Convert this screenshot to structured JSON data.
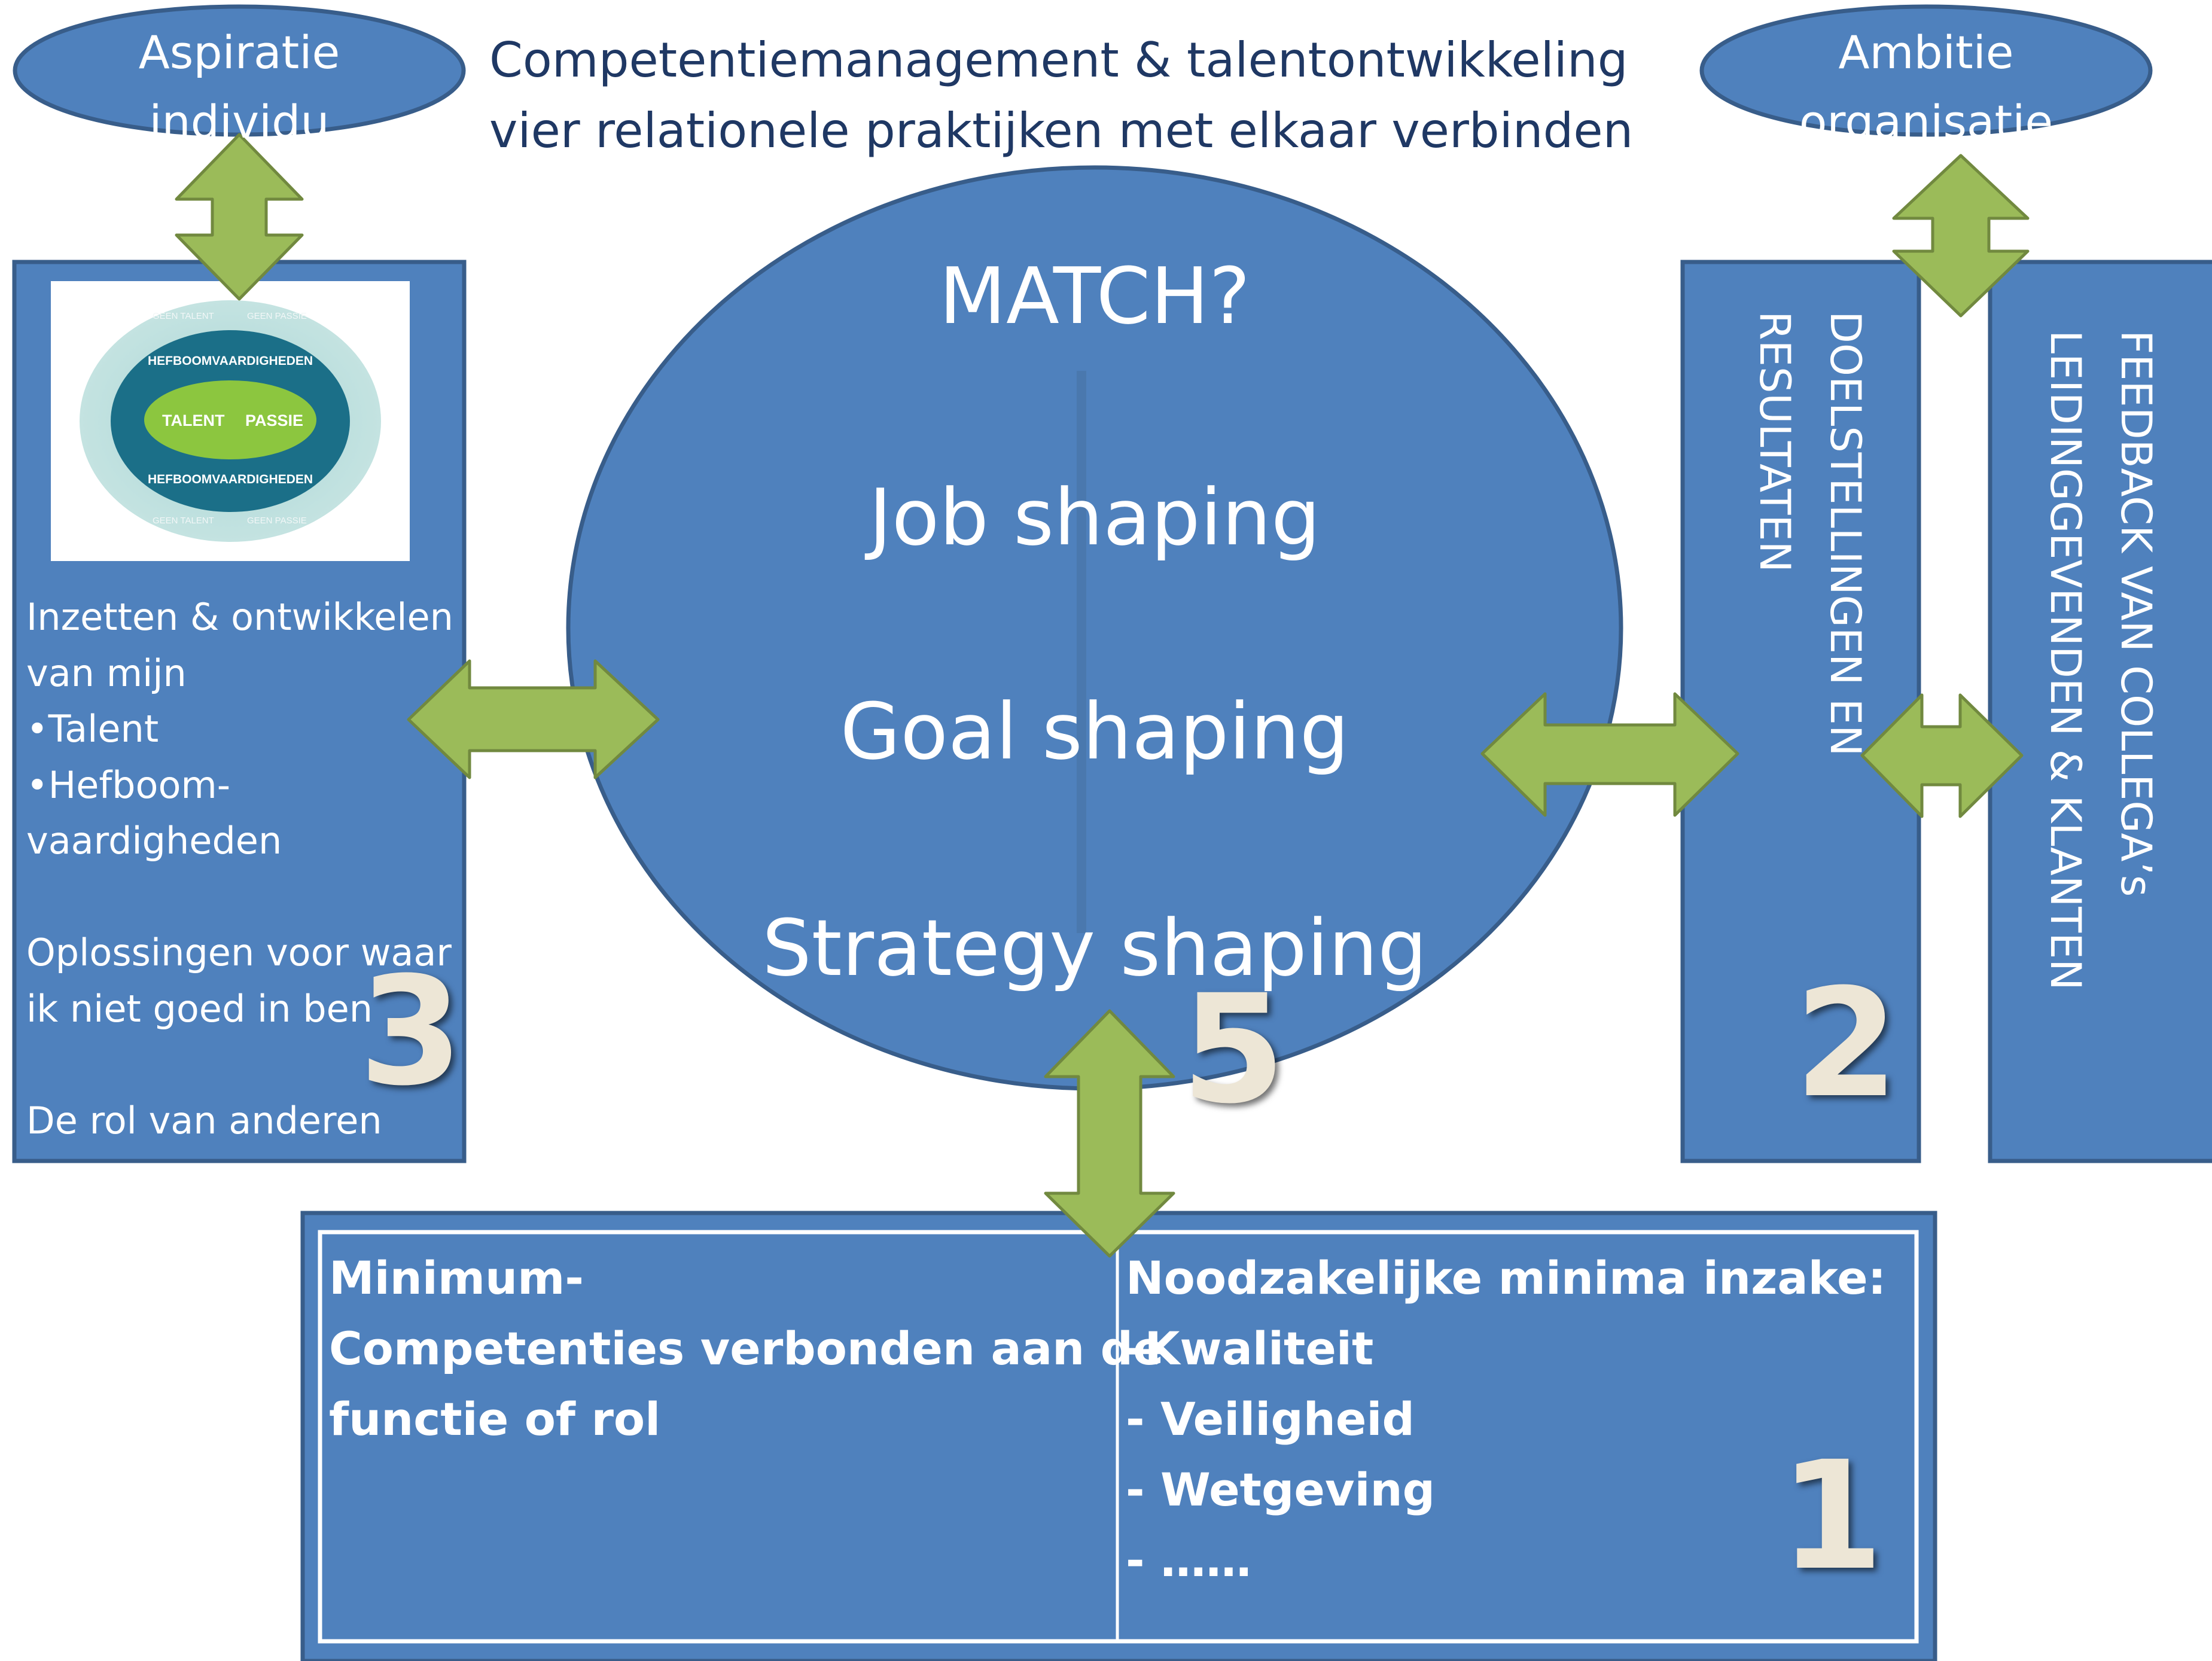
{
  "title": {
    "line1": "Competentiemanagement & talentontwikkeling",
    "line2": "vier relationele praktijken met elkaar verbinden"
  },
  "aspiratie": {
    "line1": "Aspiratie",
    "line2": "individu"
  },
  "ambitie": {
    "line1": "Ambitie",
    "line2": "organisatie"
  },
  "circle": {
    "match": "MATCH?",
    "job": "Job shaping",
    "goal": "Goal shaping",
    "strategy": "Strategy shaping",
    "number": "5"
  },
  "talent_image": {
    "outer_top_left": "GEEN TALENT",
    "outer_top_right": "GEEN PASSIE",
    "mid_top": "HEFBOOMVAARDIGHEDEN",
    "inner_left": "TALENT",
    "inner_right": "PASSIE",
    "mid_bottom": "HEFBOOMVAARDIGHEDEN",
    "outer_bottom_left": "GEEN TALENT",
    "outer_bottom_right": "GEEN PASSIE"
  },
  "left_box": {
    "text": "Inzetten & ontwikkelen\nvan mijn\n•Talent\n•Hefboom-\nvaardigheden\n\nOplossingen voor waar\nik niet goed in ben\n\nDe rol van anderen",
    "number": "3"
  },
  "right_box1": {
    "line1": "DOELSTELLINGEN EN",
    "line2": "RESULTATEN",
    "number": "2"
  },
  "right_box2": {
    "line1": "FEEDBACK VAN COLLEGA’s",
    "line2": "LEIDINGGEVENDEN & KLANTEN"
  },
  "bottom_box": {
    "left_text": "Minimum-\nCompetenties verbonden aan de\nfunctie of rol",
    "right_text": "Noodzakelijke minima inzake:\n-Kwaliteit\n- Veiligheid\n- Wetgeving\n- ……",
    "number": "1"
  },
  "colors": {
    "blue_fill": "#4f81bd",
    "blue_border": "#385d8a",
    "arrow_fill": "#9bbb59",
    "arrow_border": "#71893f",
    "title_text": "#1f3864"
  }
}
